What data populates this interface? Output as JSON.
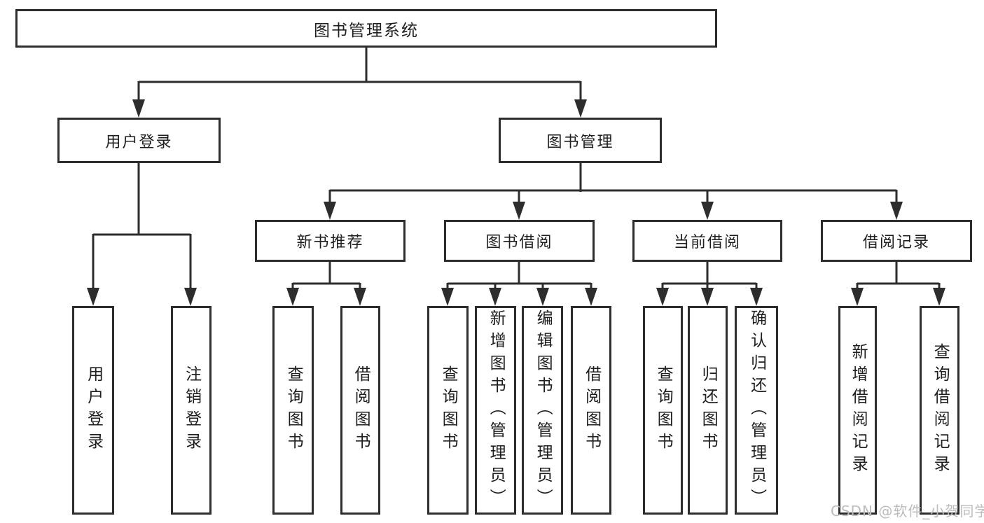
{
  "diagram": {
    "root": {
      "label": "图书管理系统"
    },
    "branches": [
      {
        "label": "用户登录",
        "children": [
          {
            "label": "用户登录"
          },
          {
            "label": "注销登录"
          }
        ]
      },
      {
        "label": "图书管理",
        "children": [
          {
            "label": "新书推荐",
            "children": [
              {
                "label": "查询图书"
              },
              {
                "label": "借阅图书"
              }
            ]
          },
          {
            "label": "图书借阅",
            "children": [
              {
                "label": "查询图书"
              },
              {
                "label": "新增图书（管理员）"
              },
              {
                "label": "编辑图书（管理员）"
              },
              {
                "label": "借阅图书"
              }
            ]
          },
          {
            "label": "当前借阅",
            "children": [
              {
                "label": "查询图书"
              },
              {
                "label": "归还图书"
              },
              {
                "label": "确认归还（管理员）"
              }
            ]
          },
          {
            "label": "借阅记录",
            "children": [
              {
                "label": "新增借阅记录"
              },
              {
                "label": "查询借阅记录"
              }
            ]
          }
        ]
      }
    ]
  },
  "watermark": {
    "text": "CSDN @软件_小贺同学"
  },
  "colors": {
    "line": "#2d2d2d",
    "box_border": "#2d2d2d",
    "box_fill": "#ffffff",
    "text": "#1e1e1e",
    "watermark": "#bcbcbc",
    "background": "#ffffff"
  }
}
